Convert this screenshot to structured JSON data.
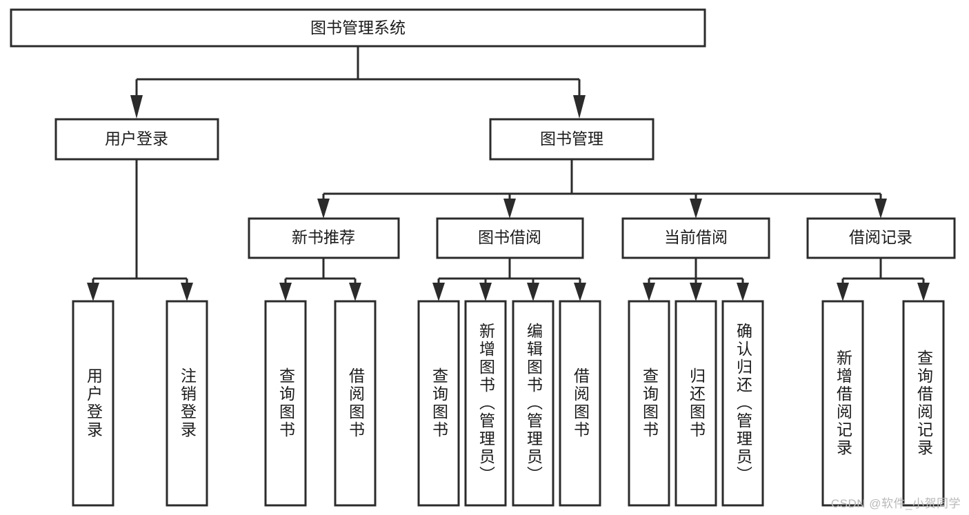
{
  "diagram": {
    "title": "图书管理系统",
    "type": "hierarchy-tree",
    "orientation": "top-down",
    "levels": 4,
    "colors": {
      "box_fill": "#ffffff",
      "box_stroke": "#2b2b2b",
      "text": "#1b1b1b",
      "connector": "#2b2b2b",
      "watermark": "#b9b9b9",
      "background": "#ffffff"
    },
    "root": {
      "label": "图书管理系统",
      "orientation": "horizontal"
    },
    "level2": [
      {
        "label": "用户登录",
        "orientation": "horizontal"
      },
      {
        "label": "图书管理",
        "orientation": "horizontal"
      }
    ],
    "level3": [
      {
        "label": "新书推荐",
        "orientation": "horizontal"
      },
      {
        "label": "图书借阅",
        "orientation": "horizontal"
      },
      {
        "label": "当前借阅",
        "orientation": "horizontal"
      },
      {
        "label": "借阅记录",
        "orientation": "horizontal"
      }
    ],
    "leaves": {
      "user_login": [
        {
          "label": "用户登录",
          "orientation": "vertical"
        },
        {
          "label": "注销登录",
          "orientation": "vertical"
        }
      ],
      "new_book_recommend": [
        {
          "label": "查询图书",
          "orientation": "vertical"
        },
        {
          "label": "借阅图书",
          "orientation": "vertical"
        }
      ],
      "book_borrow": [
        {
          "label": "查询图书",
          "orientation": "vertical"
        },
        {
          "label": "新增图书（管理员）",
          "orientation": "vertical"
        },
        {
          "label": "编辑图书（管理员）",
          "orientation": "vertical"
        },
        {
          "label": "借阅图书",
          "orientation": "vertical"
        }
      ],
      "current_borrow": [
        {
          "label": "查询图书",
          "orientation": "vertical"
        },
        {
          "label": "归还图书",
          "orientation": "vertical"
        },
        {
          "label": "确认归还（管理员）",
          "orientation": "vertical"
        }
      ],
      "borrow_record": [
        {
          "label": "新增借阅记录",
          "orientation": "vertical"
        },
        {
          "label": "查询借阅记录",
          "orientation": "vertical"
        }
      ]
    }
  },
  "watermark": {
    "text": "CSDN @软件_小贺同学"
  }
}
